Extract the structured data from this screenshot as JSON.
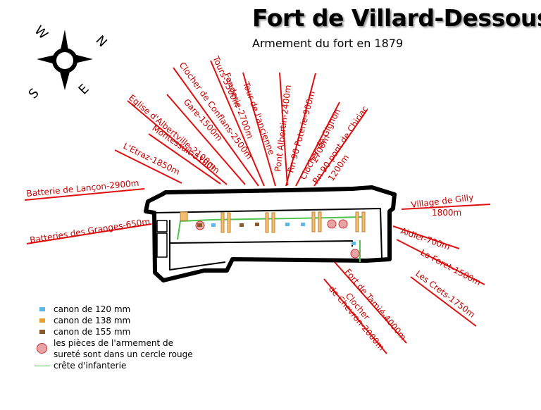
{
  "title": "Fort de Villard-Dessous",
  "subtitle": "Armement du fort en 1879",
  "compass": {
    "n": "N",
    "e": "E",
    "s": "S",
    "w": "W"
  },
  "targets": [
    {
      "label": "Batterie de Lançon-2900m"
    },
    {
      "label": "Batteries des Granges-650m"
    },
    {
      "label": "L'Etraz-1850m"
    },
    {
      "label": "Montessuit-5100m"
    },
    {
      "label": "Eglise d'Albertville-2100m"
    },
    {
      "label": "Gare-1500m"
    },
    {
      "label": "Clocher de Conflans-2500m"
    },
    {
      "label": "Tours-5500m"
    },
    {
      "label": "Fonderie-2700m"
    },
    {
      "label": "Tour de l'ancienne"
    },
    {
      "label": "Pont Albertin-2400m"
    },
    {
      "label": "Rn 90 Poterie-900m"
    },
    {
      "label": "Clocher de Gignon"
    },
    {
      "label": "2700m"
    },
    {
      "label": "Rn 90 pont de Chiriac"
    },
    {
      "label": "1200m"
    },
    {
      "label": "Village de Gilly"
    },
    {
      "label": "1800m"
    },
    {
      "label": "Aidier-700m"
    },
    {
      "label": "La Foret-1500m"
    },
    {
      "label": "Les Crets-1750m"
    },
    {
      "label": "Fort de Tamié-4000m"
    },
    {
      "label": "Clocher"
    },
    {
      "label": "de Chevron-2000m"
    }
  ],
  "legend": [
    {
      "label": "canon de 120 mm",
      "color": "#5bb8e8"
    },
    {
      "label": "canon de 138 mm",
      "color": "#e8a030"
    },
    {
      "label": "canon de 155 mm",
      "color": "#8a5a2a"
    },
    {
      "label": "les pièces de l'armement de",
      "label2": "sureté sont dans un cercle rouge",
      "color": "#e8a4a4"
    },
    {
      "label": "crête d'infanterie",
      "color": "#4ec44e"
    }
  ],
  "colors": {
    "target_line": "#e01010",
    "target_text": "#c80000",
    "wall": "#000000",
    "crest": "#4ec44e"
  }
}
